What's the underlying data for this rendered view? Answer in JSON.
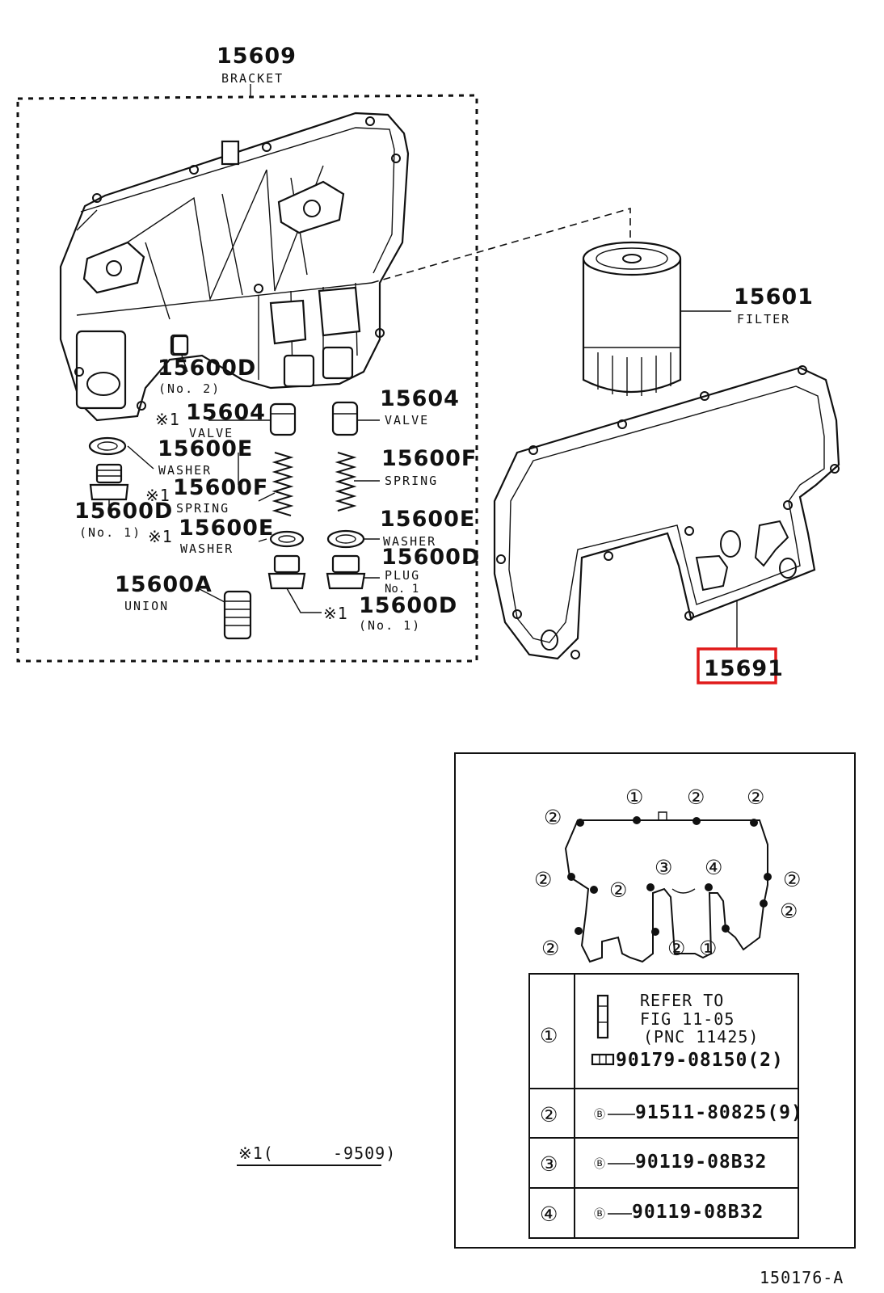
{
  "diagram": {
    "ref_code": "150176-A",
    "highlight_color": "#e01b1b",
    "labels": {
      "bracket_no": "15609",
      "bracket_name": "BRACKET",
      "filter_no": "15601",
      "filter_name": "FILTER",
      "gasket_no": "15691",
      "plug_no2_no": "15600D",
      "plug_no2_sub": "(No. 2)",
      "valve_l_no": "15604",
      "valve_l_name": "VALVE",
      "washer_l_no": "15600E",
      "washer_l_name": "WASHER",
      "spring_l_no": "15600F",
      "spring_l_name": "SPRING",
      "plug_l_no": "15600D",
      "plug_l_sub": "(No. 1)",
      "washer_m_no": "15600E",
      "washer_m_name": "WASHER",
      "union_no": "15600A",
      "union_name": "UNION",
      "valve_r_no": "15604",
      "valve_r_name": "VALVE",
      "spring_r_no": "15600F",
      "spring_r_name": "SPRING",
      "washer_r_no": "15600E",
      "washer_r_name": "WASHER",
      "plug_r_no": "15600D",
      "plug_r_name": "PLUG",
      "plug_r_sub": "No. 1",
      "plug_b_no": "15600D",
      "plug_b_sub": "(No. 1)",
      "mark": "※1",
      "footnote_mark": "※1(",
      "footnote_range": "-9509)"
    },
    "bolt_callouts": {
      "c2_tl": "②",
      "c1_t": "①",
      "c2_t1": "②",
      "c2_t2": "②",
      "c2_l": "②",
      "c2_m": "②",
      "c3": "③",
      "c4": "④",
      "c2_r1": "②",
      "c2_r2": "②",
      "c2_bl": "②",
      "c2_bm": "②",
      "c1_b": "①"
    },
    "bolt_table": [
      {
        "key": "①",
        "refer": "REFER TO",
        "fig": "FIG 11-05",
        "pnc": "(PNC 11425)",
        "part": "90179-08150(2)"
      },
      {
        "key": "②",
        "part": "91511-80825(9)"
      },
      {
        "key": "③",
        "part": "90119-08B32"
      },
      {
        "key": "④",
        "part": "90119-08B32"
      }
    ]
  }
}
